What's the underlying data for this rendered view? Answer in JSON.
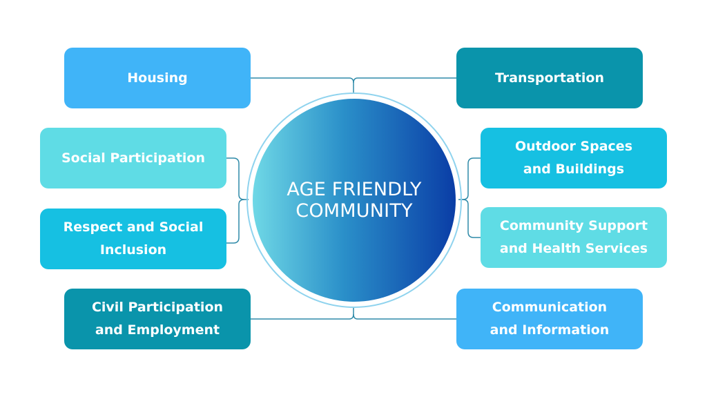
{
  "center": {
    "line1": "AGE FRIENDLY",
    "line2": "COMMUNITY"
  },
  "nodes": {
    "housing": {
      "lines": [
        "Housing"
      ],
      "color": "#40b4f8"
    },
    "transportation": {
      "lines": [
        "Transportation"
      ],
      "color": "#0a94ab"
    },
    "social_participation": {
      "lines": [
        "Social Participation"
      ],
      "color": "#5fdce5"
    },
    "outdoor_spaces": {
      "lines": [
        "Outdoor Spaces",
        "and Buildings"
      ],
      "color": "#16c0e2"
    },
    "respect_inclusion": {
      "lines": [
        "Respect and Social",
        "Inclusion"
      ],
      "color": "#16c0e2"
    },
    "community_support": {
      "lines": [
        "Community Support",
        "and Health Services"
      ],
      "color": "#5fdce5"
    },
    "civil_participation": {
      "lines": [
        "Civil Participation",
        "and Employment"
      ],
      "color": "#0a94ab"
    },
    "communication": {
      "lines": [
        "Communication",
        "and Information"
      ],
      "color": "#40b4f8"
    }
  },
  "colors": {
    "connector": "#2e8aa8",
    "ring": "#8fd3ee"
  }
}
